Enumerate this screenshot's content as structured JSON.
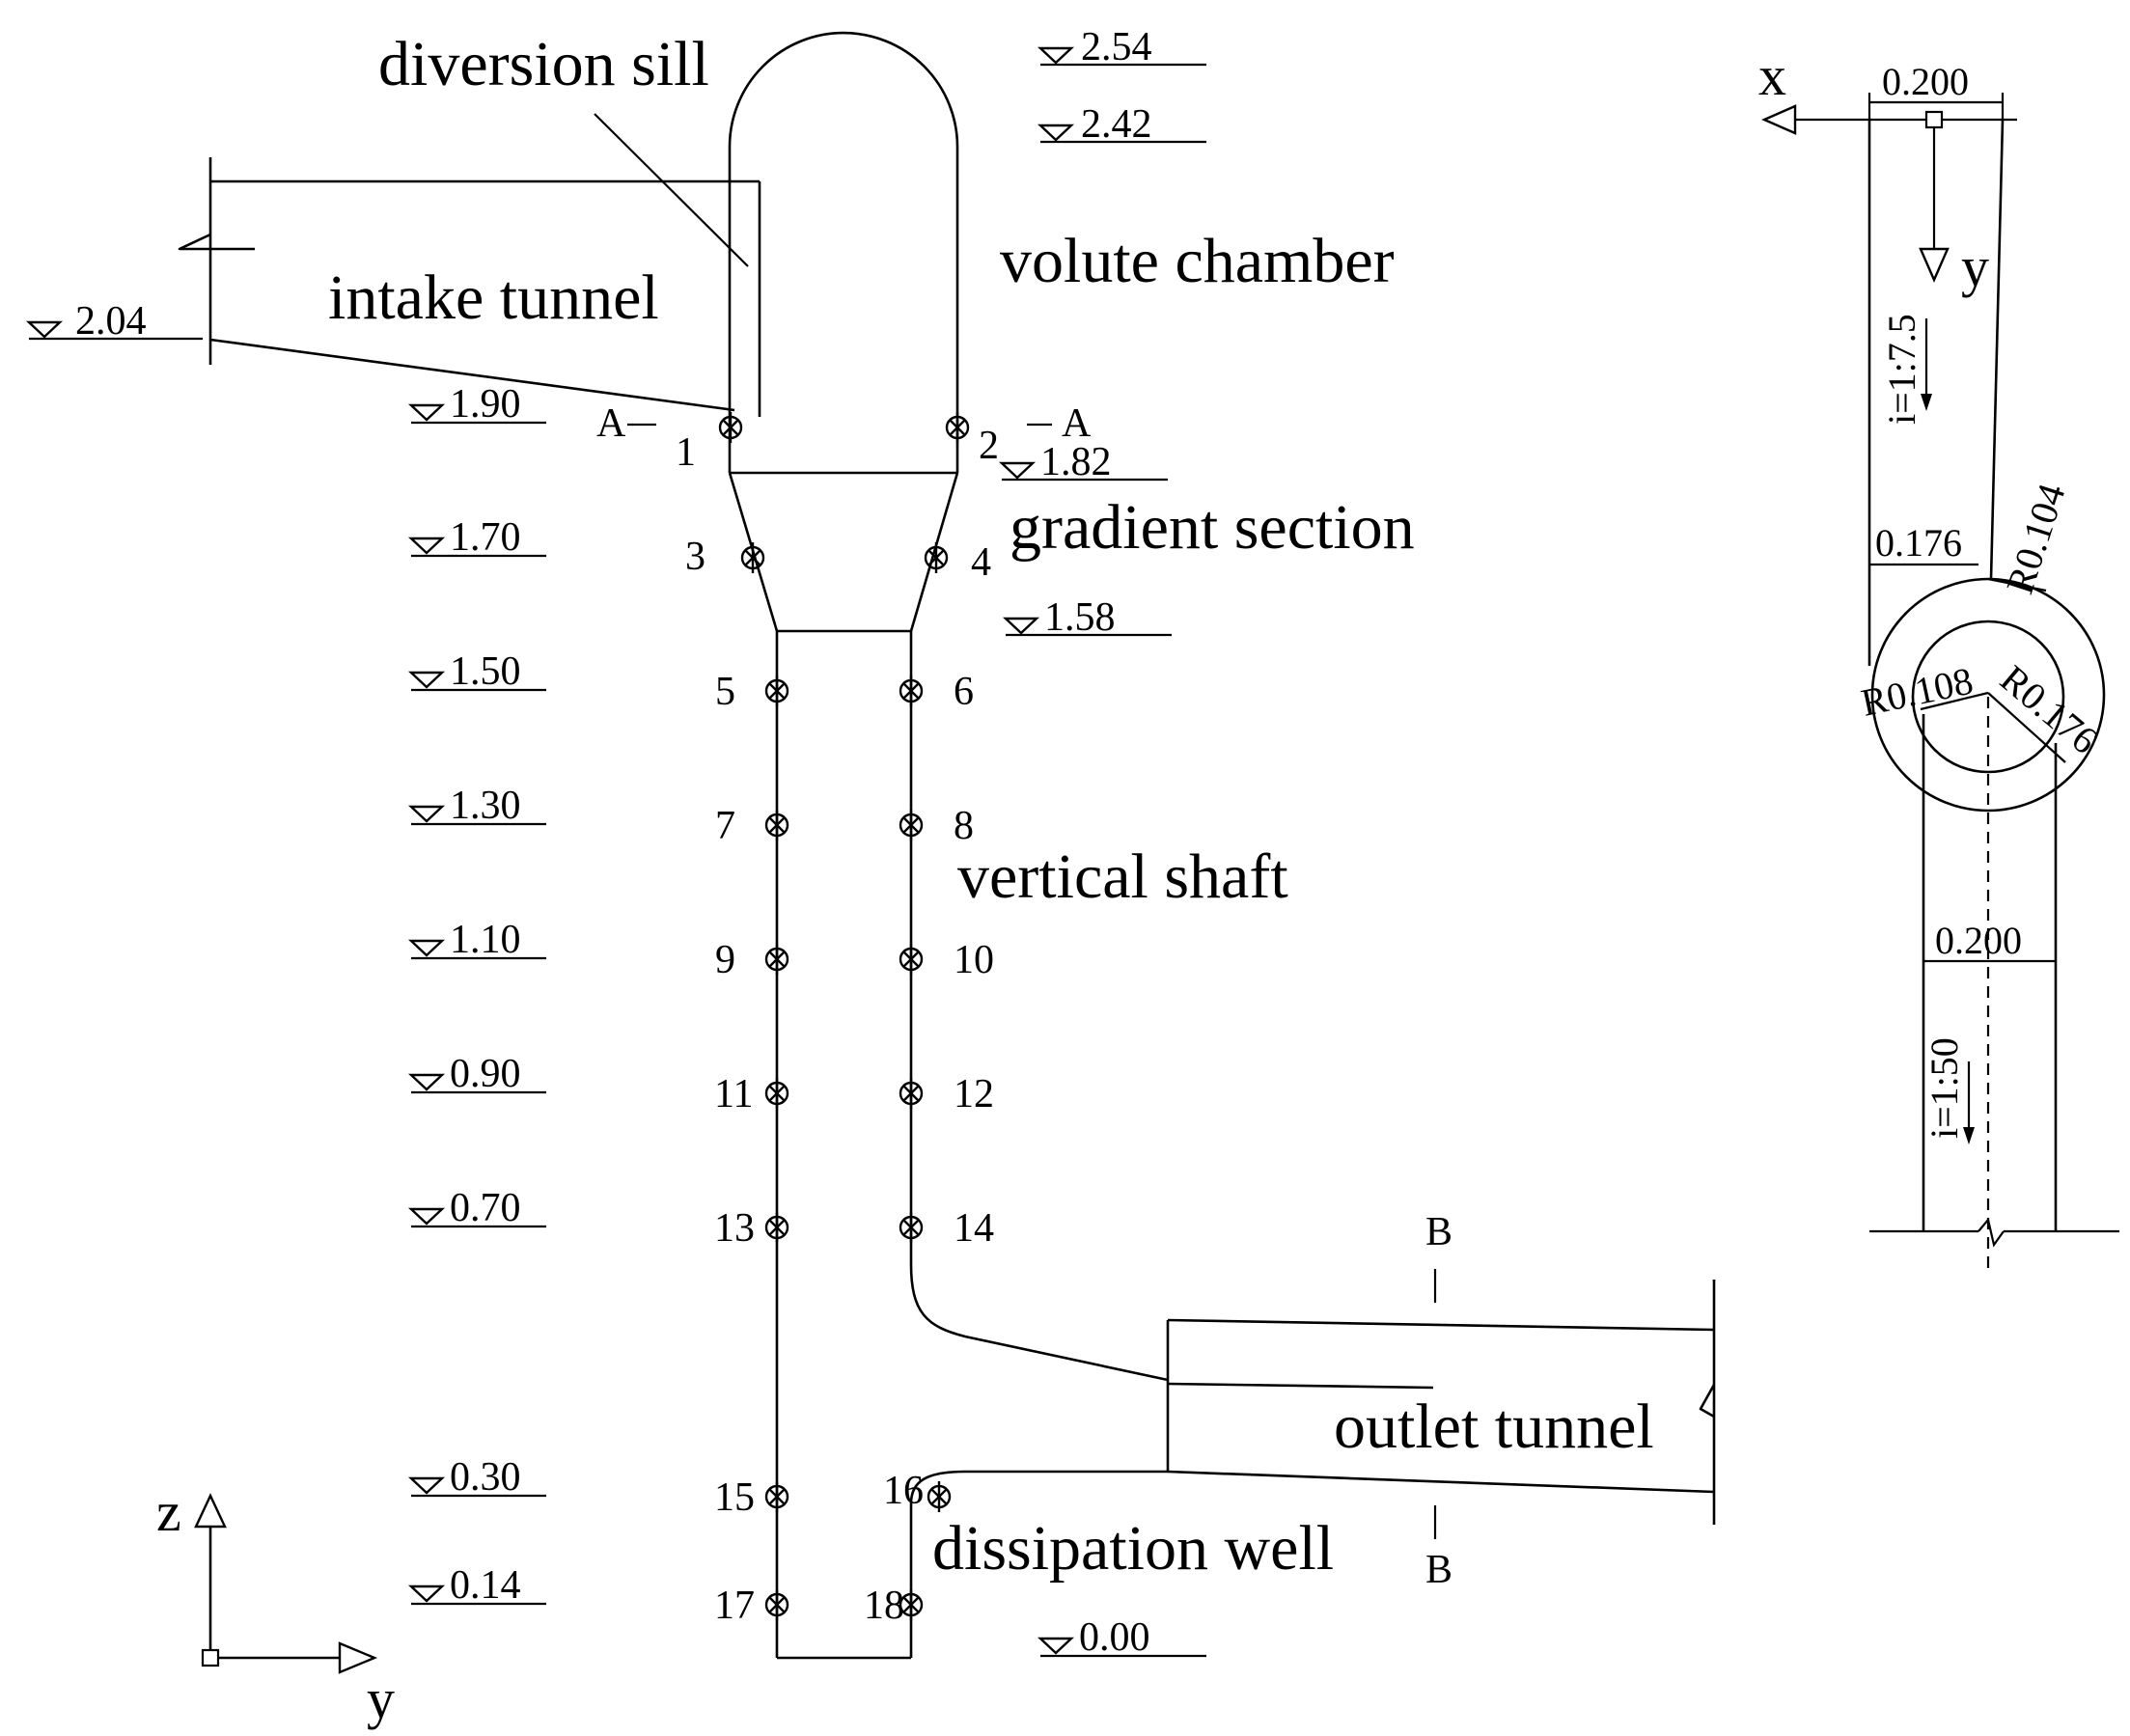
{
  "labels": {
    "diversion_sill": "diversion sill",
    "intake_tunnel": "intake tunnel",
    "volute_chamber": "volute chamber",
    "gradient_section": "gradient section",
    "vertical_shaft": "vertical shaft",
    "outlet_tunnel": "outlet tunnel",
    "dissipation_well": "dissipation well"
  },
  "elevations": {
    "e254": "2.54",
    "e242": "2.42",
    "e204": "2.04",
    "e190": "1.90",
    "e182": "1.82",
    "e170": "1.70",
    "e158": "1.58",
    "e150": "1.50",
    "e130": "1.30",
    "e110": "1.10",
    "e090": "0.90",
    "e070": "0.70",
    "e030": "0.30",
    "e014": "0.14",
    "e000": "0.00"
  },
  "points": [
    "1",
    "2",
    "3",
    "4",
    "5",
    "6",
    "7",
    "8",
    "9",
    "10",
    "11",
    "12",
    "13",
    "14",
    "15",
    "16",
    "17",
    "18"
  ],
  "sections": {
    "a": "A",
    "b": "B"
  },
  "axes": {
    "z": "z",
    "y": "y",
    "x": "x",
    "y_plan": "y"
  },
  "plan_dims": {
    "top_width": "0.200",
    "width_176": "0.176",
    "bottom_width": "0.200",
    "r104": "R0.104",
    "r108": "R0.108",
    "r176": "R0.176",
    "slope_top": "i=1:7.5",
    "slope_bottom": "i=1:50"
  }
}
